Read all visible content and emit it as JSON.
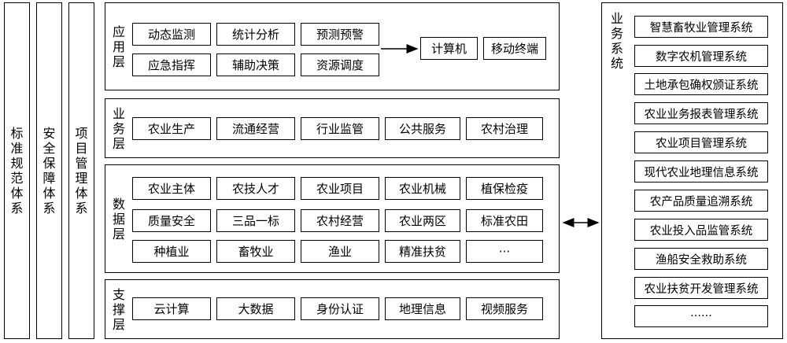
{
  "side_columns": [
    "标准规范体系",
    "安全保障体系",
    "项目管理体系"
  ],
  "layers": {
    "app": {
      "label": "应用层",
      "items": [
        "动态监测",
        "统计分析",
        "预测预警",
        "应急指挥",
        "辅助决策",
        "资源调度"
      ],
      "terminals": [
        "计算机",
        "移动终端"
      ]
    },
    "business": {
      "label": "业务层",
      "items": [
        "农业生产",
        "流通经营",
        "行业监管",
        "公共服务",
        "农村治理"
      ]
    },
    "data": {
      "label": "数据层",
      "items": [
        "农业主体",
        "农技人才",
        "农业项目",
        "农业机械",
        "植保检疫",
        "质量安全",
        "三品一标",
        "农村经营",
        "农业两区",
        "标准农田",
        "种植业",
        "畜牧业",
        "渔业",
        "精准扶贫",
        "···"
      ]
    },
    "support": {
      "label": "支撑层",
      "items": [
        "云计算",
        "大数据",
        "身份认证",
        "地理信息",
        "视频服务"
      ]
    }
  },
  "systems": {
    "label": "业务系统",
    "items": [
      "智慧畜牧业管理系统",
      "数字农机管理系统",
      "土地承包确权颁证系统",
      "农业业务报表管理系统",
      "农业项目管理系统",
      "现代农业地理信息系统",
      "农产品质量追溯系统",
      "农业投入品监管系统",
      "渔船安全救助系统",
      "农业扶贫开发管理系统",
      "······"
    ]
  }
}
